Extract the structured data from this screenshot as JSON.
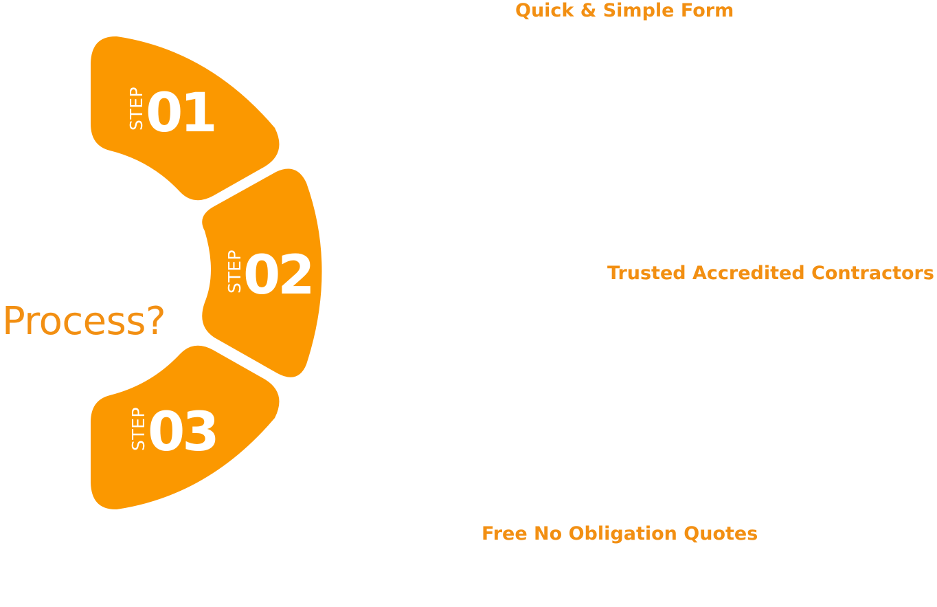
{
  "diagram": {
    "heading": "Process?",
    "accent_color": "#FB9800",
    "steps": [
      {
        "word": "STEP",
        "number": "01",
        "feature": "Quick & Simple Form"
      },
      {
        "word": "STEP",
        "number": "02",
        "feature": "Trusted Accredited Contractors"
      },
      {
        "word": "STEP",
        "number": "03",
        "feature": "Free No Obligation Quotes"
      }
    ]
  }
}
